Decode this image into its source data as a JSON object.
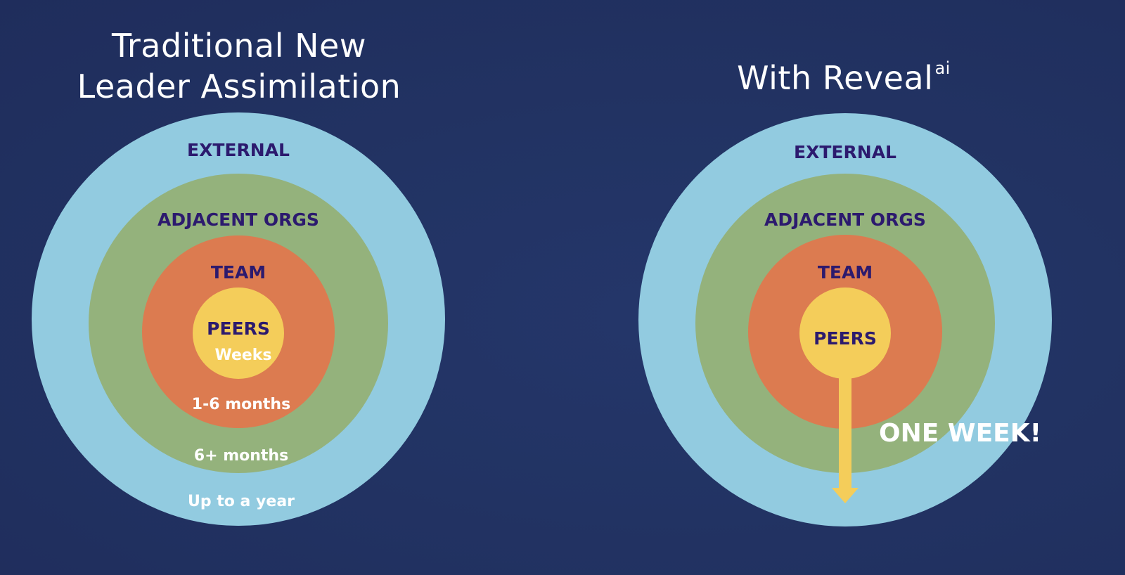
{
  "colors": {
    "background": "#21315f",
    "external_ring": "#92cbe0",
    "adjacent_ring": "#94b27c",
    "team_ring": "#dc7b50",
    "peers_core": "#f4cd5a",
    "label_dark": "#2c1a6e",
    "label_light": "#ffffff",
    "arrow": "#f4cd5a"
  },
  "left": {
    "title_line1": "Traditional New",
    "title_line2": "Leader Assimilation",
    "rings": {
      "external": "EXTERNAL",
      "adjacent": "ADJACENT ORGS",
      "team": "TEAM",
      "peers": "PEERS"
    },
    "durations": {
      "peers": "Weeks",
      "team": "1-6 months",
      "adjacent": "6+ months",
      "external": "Up to a year"
    }
  },
  "right": {
    "title": "With Reveal",
    "title_superscript": "ai",
    "rings": {
      "external": "EXTERNAL",
      "adjacent": "ADJACENT ORGS",
      "team": "TEAM",
      "peers": "PEERS"
    },
    "callout": "ONE WEEK!",
    "arrow_icon": "down-arrow-icon"
  }
}
